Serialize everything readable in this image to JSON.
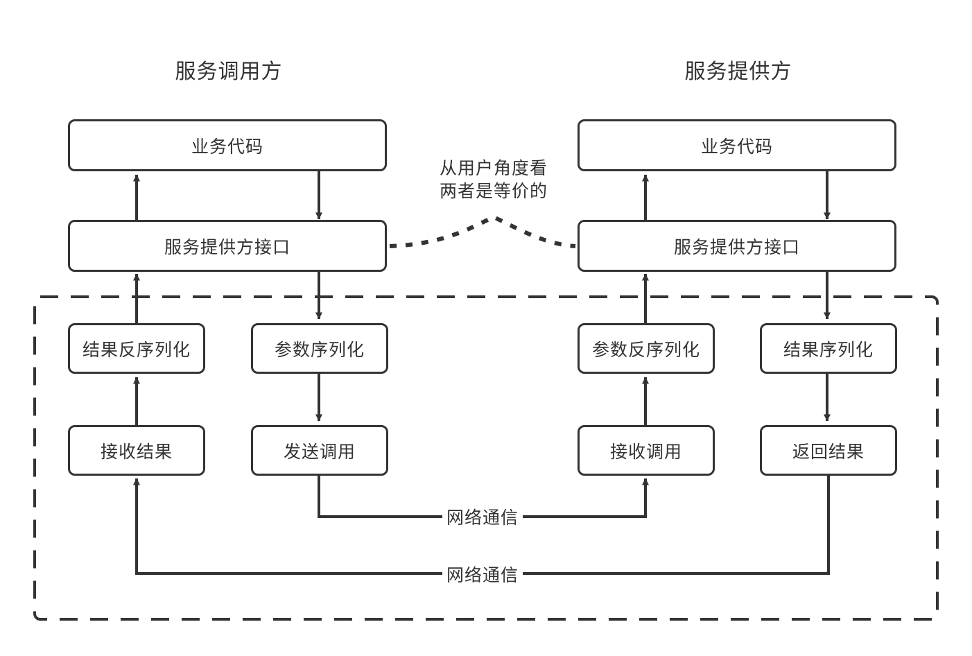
{
  "diagram": {
    "title_left": "服务调用方",
    "title_right": "服务提供方",
    "annotation": {
      "line1": "从用户角度看",
      "line2": "两者是等价的"
    },
    "nodes": {
      "left_business_code": "业务代码",
      "left_provider_interface": "服务提供方接口",
      "left_result_deserialize": "结果反序列化",
      "left_param_serialize": "参数序列化",
      "left_receive_result": "接收结果",
      "left_send_call": "发送调用",
      "right_business_code": "业务代码",
      "right_provider_interface": "服务提供方接口",
      "right_param_deserialize": "参数反序列化",
      "right_result_serialize": "结果序列化",
      "right_receive_call": "接收调用",
      "right_return_result": "返回结果"
    },
    "edge_labels": {
      "network_upper": "网络通信",
      "network_lower": "网络通信"
    },
    "colors": {
      "stroke": "#333333",
      "background": "#ffffff",
      "text": "#333333"
    }
  }
}
